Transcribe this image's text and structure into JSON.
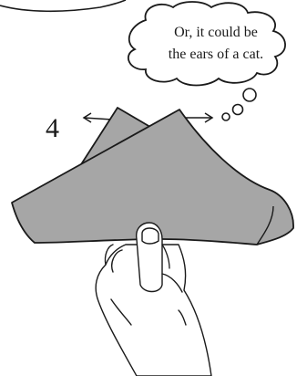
{
  "step_number": "4",
  "thought_bubble": {
    "line1": "Or, it could be",
    "line2": "the ears of a cat."
  },
  "colors": {
    "paper_fill": "#a6a6a6",
    "outline": "#1a1a1a",
    "background": "#ffffff"
  }
}
